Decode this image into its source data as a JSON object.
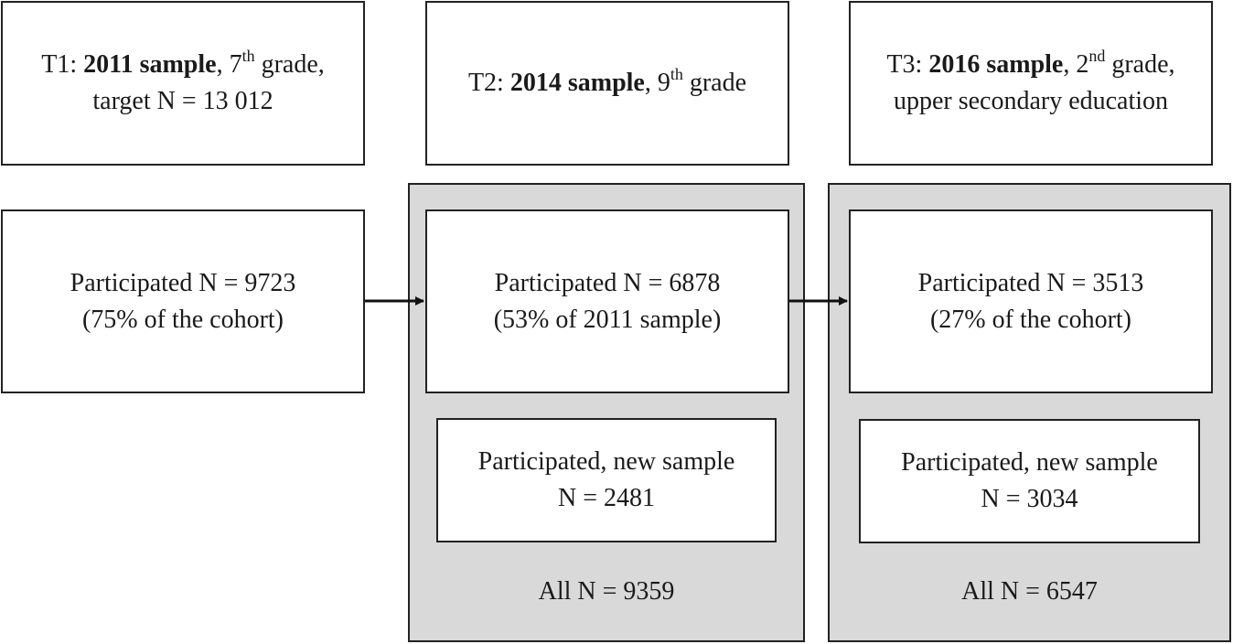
{
  "header_boxes": [
    {
      "prefix": "T1: ",
      "bold": "2011 sample",
      "mid": ", 7",
      "sup": "th",
      "suffix": " grade,",
      "line2": "target  N = 13 012"
    },
    {
      "prefix": "T2: ",
      "bold": "2014 sample",
      "mid": ", 9",
      "sup": "th",
      "suffix": " grade",
      "line2": ""
    },
    {
      "prefix": "T3: ",
      "bold": "2016 sample",
      "mid": ", 2",
      "sup": "nd",
      "suffix": " grade,",
      "line2": "upper secondary  education"
    }
  ],
  "participated_boxes": [
    {
      "line1": "Participated  N = 9723",
      "line2": "(75% of the  cohort)"
    },
    {
      "line1": "Participated  N = 6878",
      "line2": "(53% of  2011 sample)"
    },
    {
      "line1": "Participated  N = 3513",
      "line2": "(27% of the  cohort)"
    }
  ],
  "new_sample_boxes": [
    {
      "line1": "Participated,  new sample",
      "line2": "N = 2481"
    },
    {
      "line1": "Participated,  new sample",
      "line2": "N = 3034"
    }
  ],
  "totals": [
    "All  N = 9359",
    "All  N = 6547"
  ],
  "colors": {
    "panel": "#d9d9d9",
    "border": "#222222",
    "box": "#ffffff"
  }
}
